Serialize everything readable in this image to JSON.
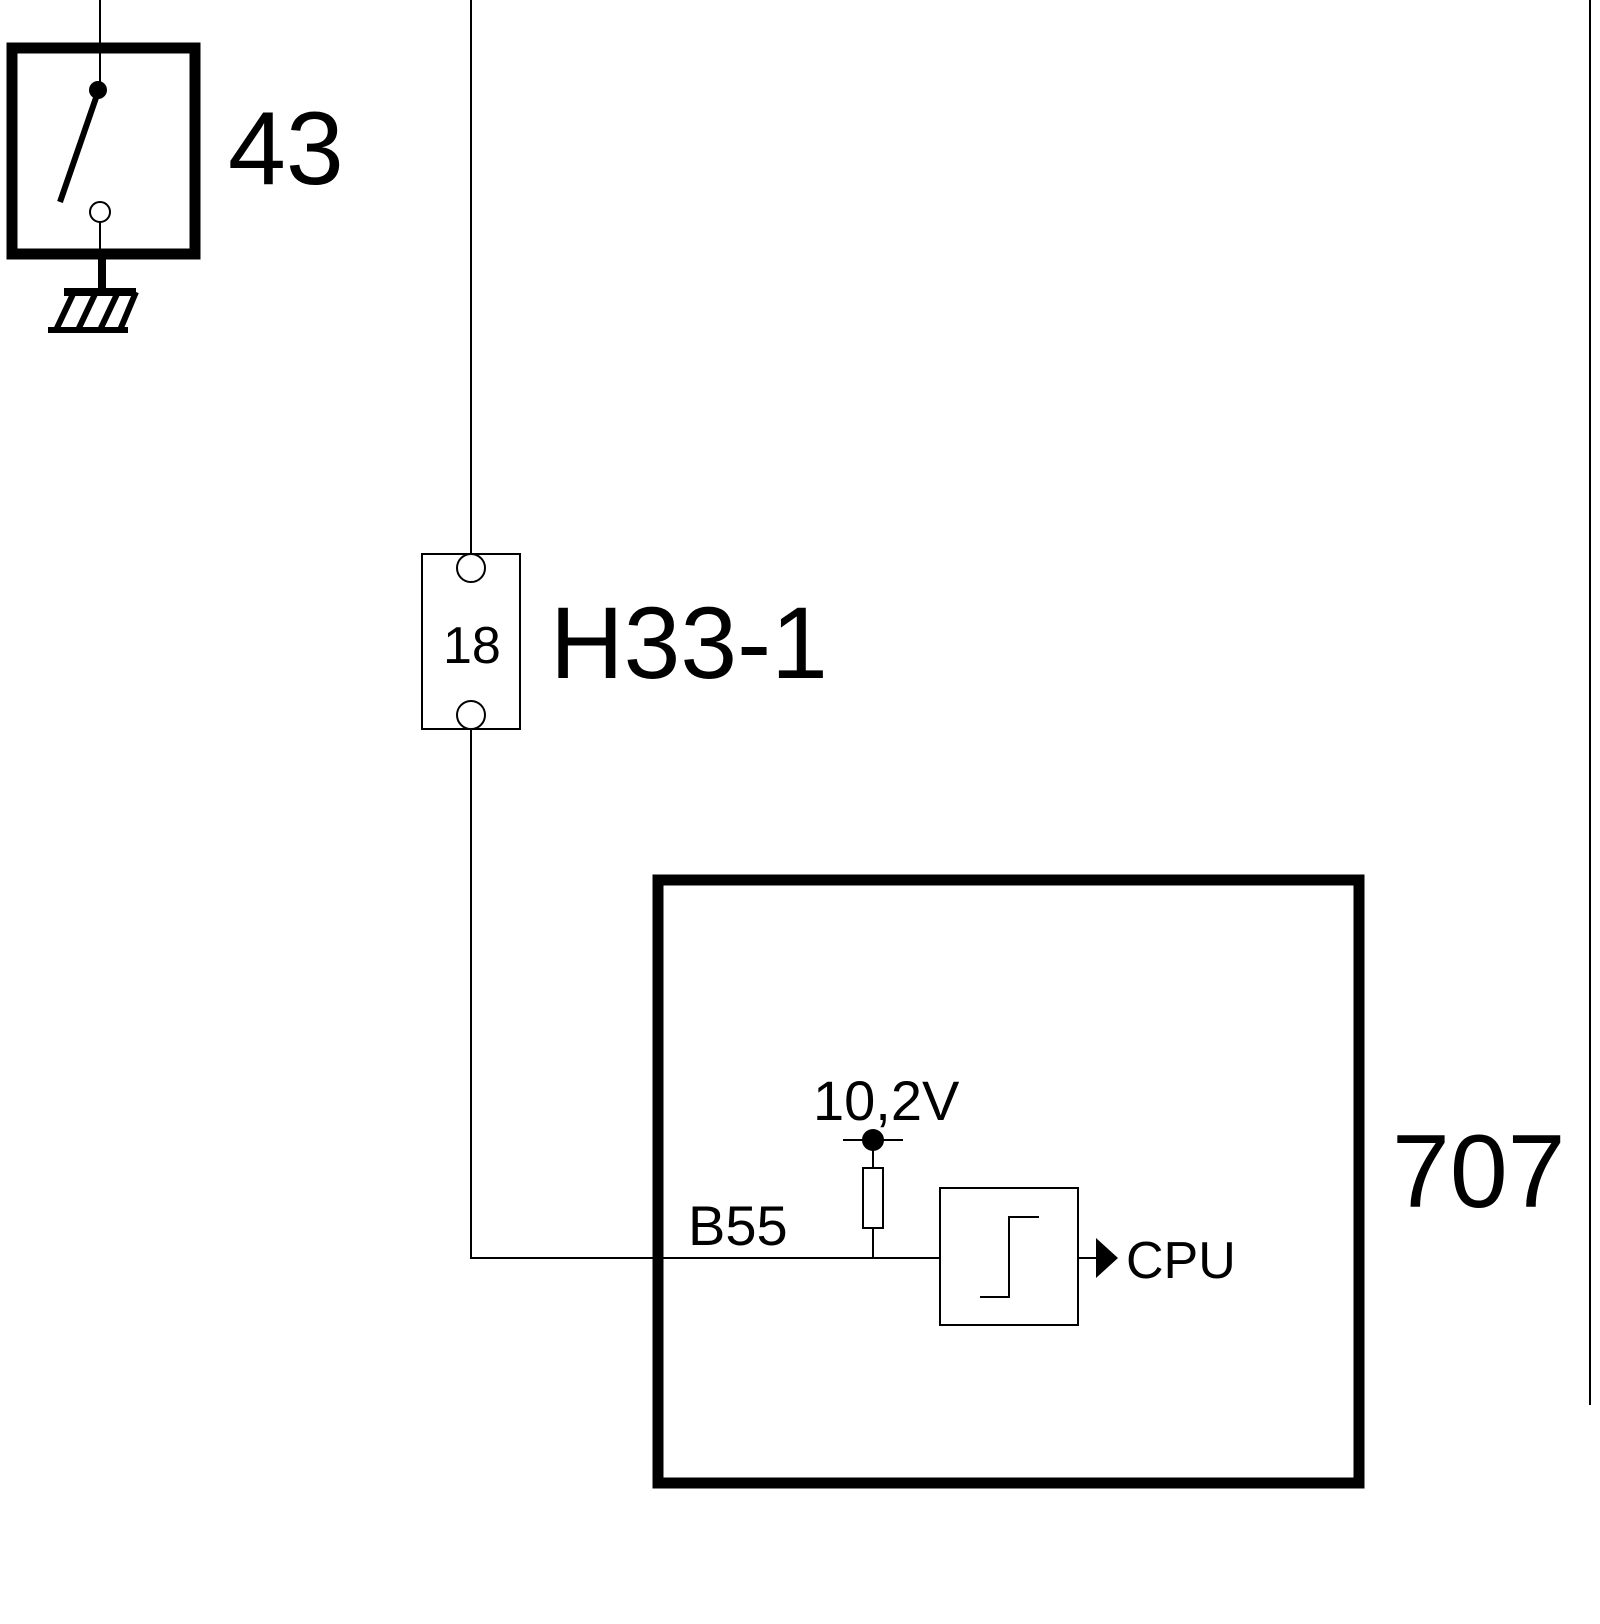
{
  "diagram": {
    "switch_label": "43",
    "connector_label": "H33-1",
    "connector_pin": "18",
    "ecu_label": "707",
    "signal_label": "B55",
    "voltage_label": "10,2V",
    "cpu_label": "CPU"
  },
  "icons": {
    "switch": "switch-icon",
    "ground": "ground-icon",
    "resistor": "resistor-icon",
    "comparator": "step-comparator-icon",
    "arrow": "arrow-right-icon",
    "junction": "junction-dot-icon"
  },
  "colors": {
    "line": "#000000",
    "background": "#ffffff"
  }
}
